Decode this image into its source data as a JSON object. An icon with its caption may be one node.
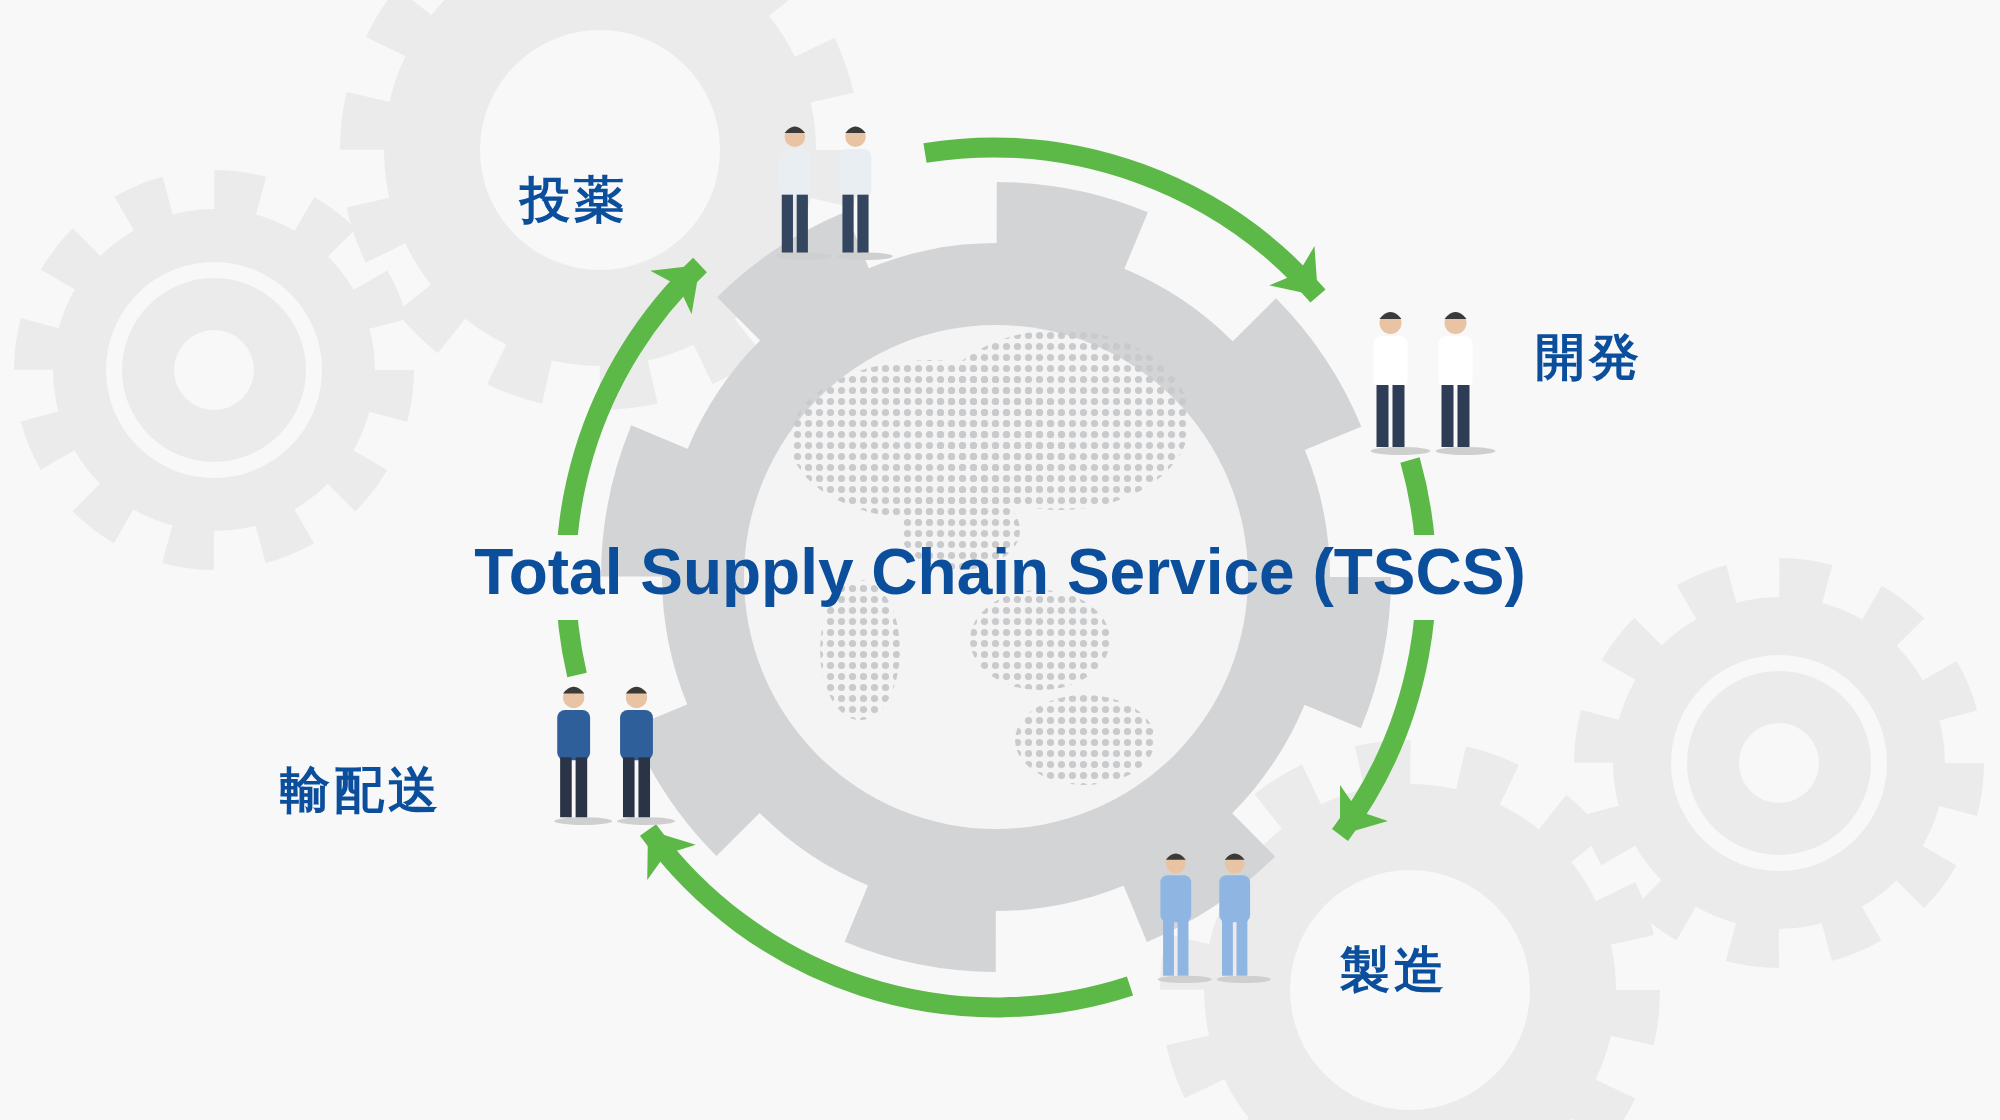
{
  "diagram": {
    "title": "Total Supply Chain Service (TSCS)",
    "nodes": [
      {
        "text": [
          "投薬"
        ]
      },
      {
        "text": [
          "開発"
        ]
      },
      {
        "text": [
          "製造"
        ]
      },
      {
        "text": [
          "輸配送"
        ]
      }
    ],
    "edges": [
      {
        "from": 0,
        "to": 1,
        "arrow": "to"
      },
      {
        "from": 1,
        "to": 2,
        "arrow": "to"
      },
      {
        "from": 2,
        "to": 3,
        "arrow": "to"
      },
      {
        "from": 3,
        "to": 0,
        "arrow": "to"
      }
    ]
  }
}
